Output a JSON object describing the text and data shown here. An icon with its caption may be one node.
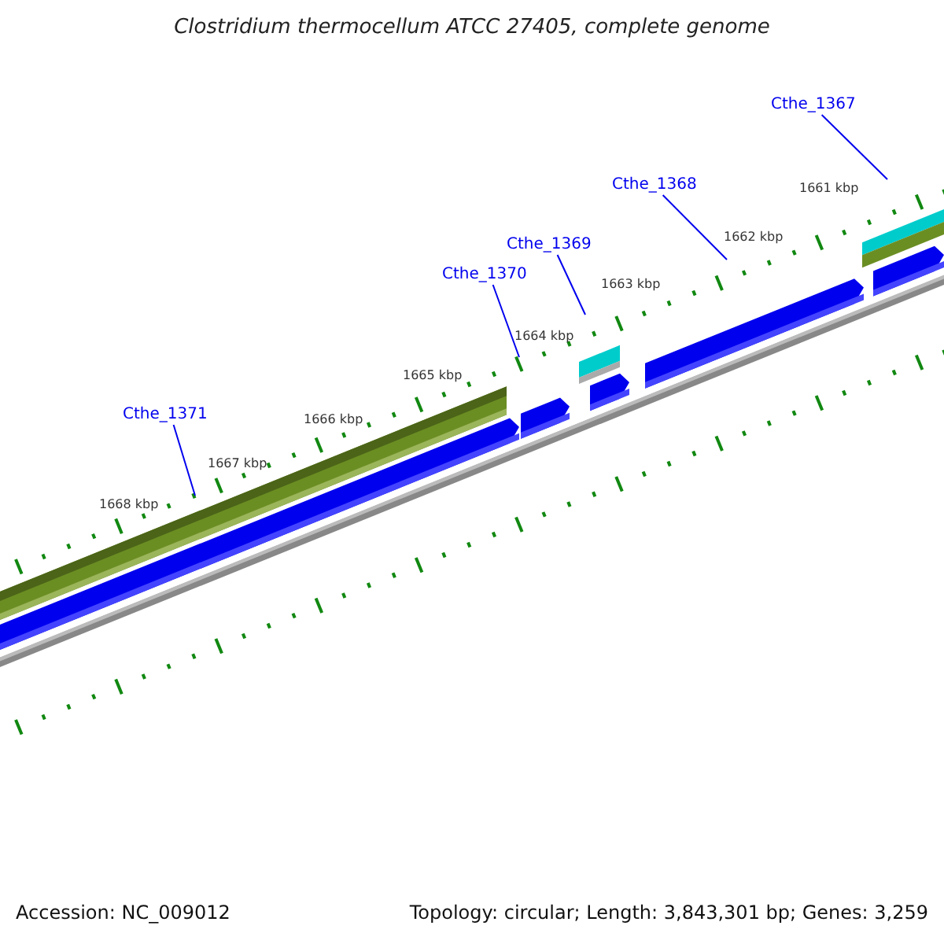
{
  "diagram": {
    "title": "Clostridium thermocellum ATCC 27405, complete genome",
    "nodes": [
      {
        "text": [
          "Cthe_1367"
        ]
      },
      {
        "text": [
          "Cthe_1368"
        ]
      },
      {
        "text": [
          "Cthe_1369"
        ]
      },
      {
        "text": [
          "Cthe_1370"
        ]
      },
      {
        "text": [
          "Cthe_1371"
        ]
      }
    ],
    "edges": [
      {
        "from": 0,
        "to": null,
        "arrow": "none"
      },
      {
        "from": 1,
        "to": null,
        "arrow": "none"
      },
      {
        "from": 2,
        "to": null,
        "arrow": "none"
      },
      {
        "from": 3,
        "to": null,
        "arrow": "none"
      },
      {
        "from": 4,
        "to": null,
        "arrow": "none"
      }
    ],
    "labels": [
      "1661 kbp",
      "1662 kbp",
      "1663 kbp",
      "1664 kbp",
      "1665 kbp",
      "1666 kbp",
      "1667 kbp",
      "1668 kbp",
      "Accession: NC_009012",
      "Topology: circular; Length: 3,843,301 bp; Genes: 3,259"
    ]
  }
}
